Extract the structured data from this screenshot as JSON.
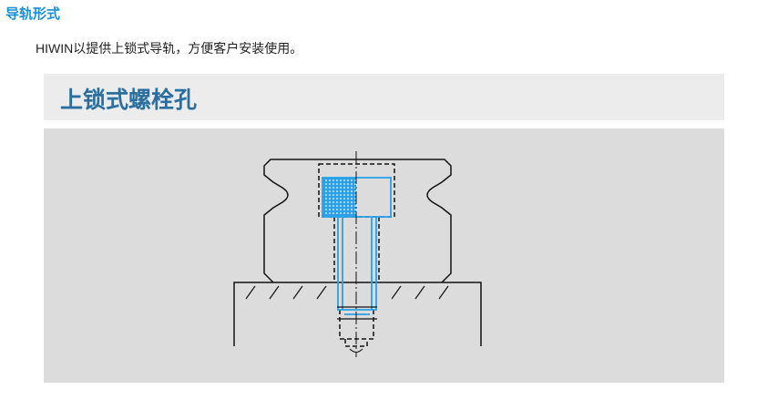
{
  "section_title": "导轨形式",
  "description": "HIWIN以提供上锁式导轨，方便客户安装使用。",
  "figure": {
    "title": "上锁式螺栓孔",
    "accent": "#2aa0e8"
  }
}
